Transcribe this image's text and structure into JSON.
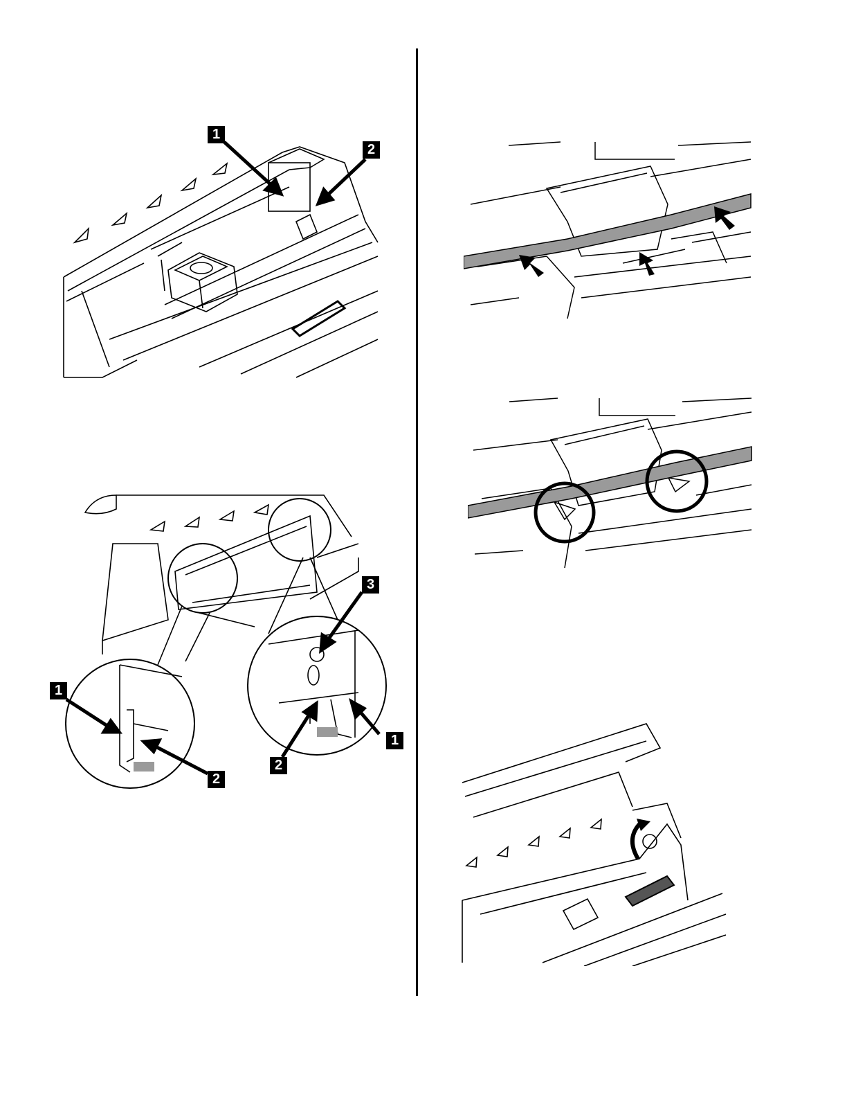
{
  "figures": [
    {
      "id": "fig1",
      "callouts": [
        "1",
        "2"
      ]
    },
    {
      "id": "fig2",
      "callouts": [
        "1",
        "2",
        "3",
        "1",
        "2"
      ]
    },
    {
      "id": "fig3",
      "callouts": []
    },
    {
      "id": "fig4",
      "callouts": []
    },
    {
      "id": "fig5",
      "callouts": []
    }
  ],
  "colors": {
    "ink": "#000000",
    "paper": "#ffffff",
    "shade": "#9a9a9a"
  }
}
